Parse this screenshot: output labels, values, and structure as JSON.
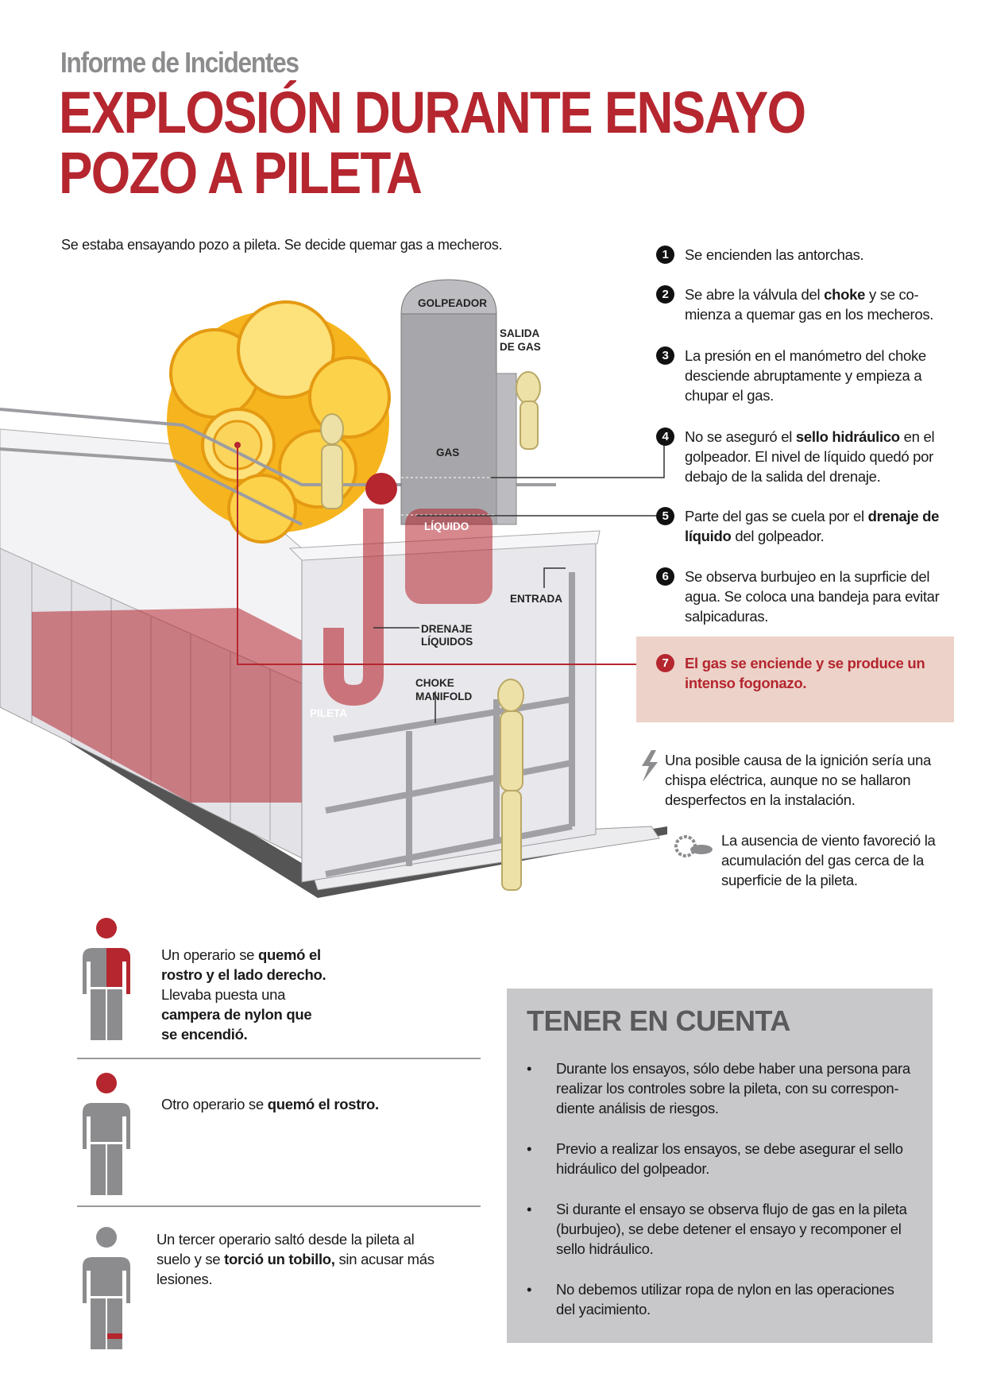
{
  "header": {
    "kicker": "Informe de Incidentes",
    "title_line1": "EXPLOSIÓN DURANTE ENSAYO",
    "title_line2": "POZO A PILETA"
  },
  "intro": "Se estaba ensayando pozo a pileta. Se decide quemar gas a mecheros.",
  "diagram_labels": {
    "golpeador": "GOLPEADOR",
    "salida1": "SALIDA",
    "salida2": "DE GAS",
    "gas": "GAS",
    "liquido": "LÍQUIDO",
    "entrada": "ENTRADA",
    "drenaje1": "DRENAJE",
    "drenaje2": "LÍQUIDOS",
    "choke1": "CHOKE",
    "choke2": "MANIFOLD",
    "pileta": "PILETA"
  },
  "steps": [
    {
      "n": "1",
      "parts": [
        [
          "Se encienden las antorchas.",
          false
        ]
      ]
    },
    {
      "n": "2",
      "parts": [
        [
          "Se abre la válvula del ",
          false
        ],
        [
          "choke",
          true
        ],
        [
          " y se co­mienza a quemar gas en los mecheros.",
          false
        ]
      ]
    },
    {
      "n": "3",
      "parts": [
        [
          "La presión en el manómetro del choke desciende abruptamente y empieza a chupar el gas.",
          false
        ]
      ]
    },
    {
      "n": "4",
      "parts": [
        [
          "No se aseguró el ",
          false
        ],
        [
          "sello hidráulico",
          true
        ],
        [
          " en el golpeador. El nivel de líquido quedó por debajo de la salida del drenaje.",
          false
        ]
      ]
    },
    {
      "n": "5",
      "parts": [
        [
          "Parte del gas se cuela por el ",
          false
        ],
        [
          "drenaje de líquido",
          true
        ],
        [
          " del golpeador.",
          false
        ]
      ]
    },
    {
      "n": "6",
      "parts": [
        [
          "Se observa burbujeo en la suprficie del agua. Se coloca una bandeja para evi­tar salpicaduras.",
          false
        ]
      ]
    },
    {
      "n": "7",
      "parts": [
        [
          "El gas se enciende y se produce un intenso fogonazo.",
          true
        ]
      ]
    }
  ],
  "notes": {
    "ignition": "Una posible causa de la ignición sería una chispa eléctrica, aunque no se hallaron desperfectos en la instalación.",
    "wind": "La ausencia de viento favoreció la acumulación del gas cerca de la superficie de la pileta."
  },
  "injuries": [
    {
      "parts": [
        [
          "Un operario se ",
          false
        ],
        [
          "quemó el rostro y el lado dere­cho.",
          true
        ],
        [
          " Llevaba puesta una ",
          false
        ],
        [
          "campera de nylon que se encendió.",
          true
        ]
      ]
    },
    {
      "parts": [
        [
          "Otro operario se ",
          false
        ],
        [
          "quemó el rostro.",
          true
        ]
      ]
    },
    {
      "parts": [
        [
          "Un tercer operario saltó desde la pileta al suelo y se ",
          false
        ],
        [
          "torció un tobillo,",
          true
        ],
        [
          " sin acusar más lesiones.",
          false
        ]
      ]
    }
  ],
  "tener": {
    "title": "TENER EN CUENTA",
    "items": [
      "Durante los ensayos, sólo debe haber una persona para realizar los controles sobre la pileta, con su correspon­diente análisis de riesgos.",
      "Previo a realizar los ensayos, se debe asegurar el sello hidráulico del golpeador.",
      "Si durante el ensayo se observa flujo de gas en la pileta (burbujeo), se debe detener el ensayo y recomponer el sello hidráulico.",
      "No debemos utilizar ropa de nylon en las operaciones del yacimiento."
    ]
  },
  "colors": {
    "accent": "#b5262f",
    "gray": "#8c8c8e",
    "highlight": "#ecd2c8",
    "panel": "#c8c8ca"
  }
}
